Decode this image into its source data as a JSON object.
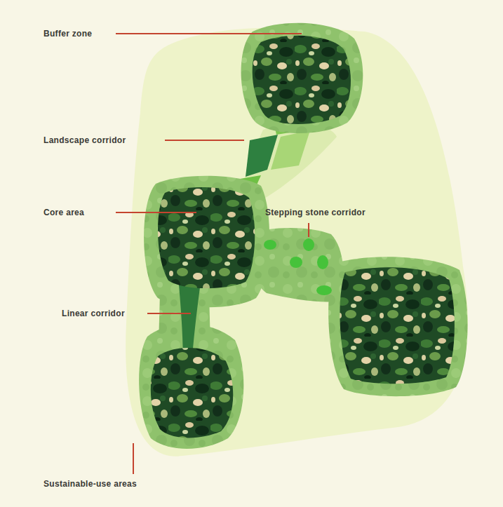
{
  "diagram": {
    "labels": [
      "Buffer zone",
      "Landscape corridor",
      "Core area",
      "Stepping stone corridor",
      "Linear corridor",
      "Sustainable-use areas"
    ]
  }
}
